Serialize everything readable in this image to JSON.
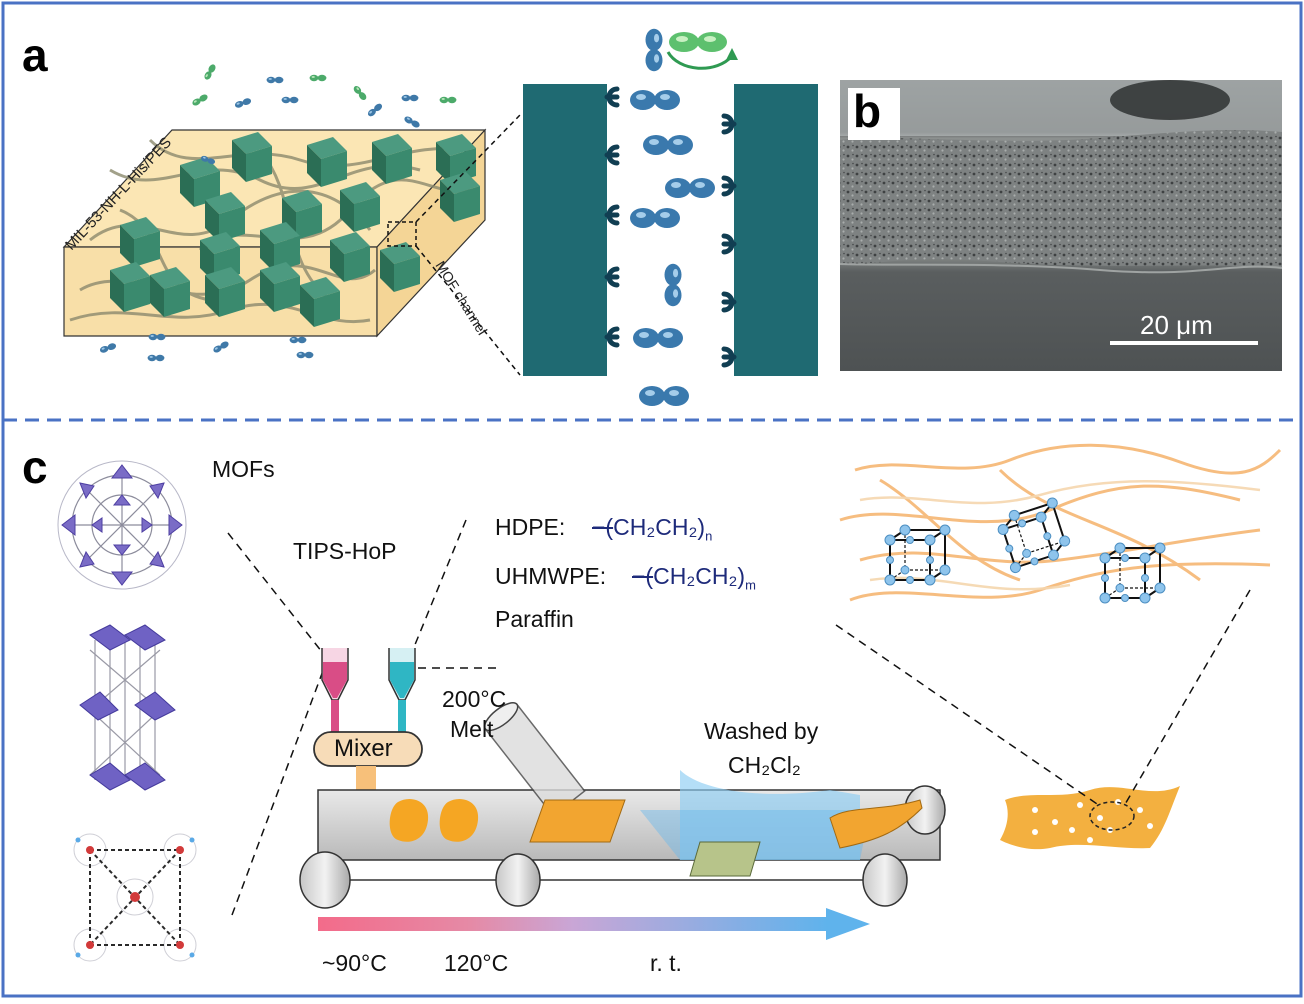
{
  "panel_a": {
    "letter": "a",
    "membrane_label": "MIL-53-NH-L-His/PES",
    "channel_label": "MOF channel"
  },
  "panel_b": {
    "letter": "b",
    "scale_bar": "20 μm"
  },
  "panel_c": {
    "letter": "c",
    "mofs_label": "MOFs",
    "tips_label": "TIPS-HoP",
    "hdpe_label": "HDPE:",
    "hdpe_formula": "CH₂CH₂",
    "hdpe_sub": "n",
    "uhmwpe_label": "UHMWPE:",
    "uhmwpe_formula": "CH₂CH₂",
    "uhmwpe_sub": "m",
    "paraffin_label": "Paraffin",
    "temp_melt": "200°C",
    "melt_label": "Melt",
    "mixer_label": "Mixer",
    "washed_label": "Washed by",
    "solvent_label": "CH₂Cl₂",
    "temp_1": "~90°C",
    "temp_2": "120°C",
    "temp_3": "r. t."
  },
  "colors": {
    "frame": "#4a72c4",
    "mof_green": "#2f7d64",
    "channel_teal": "#1f6a72",
    "membrane_orange": "#f2a530",
    "water_blue": "#6ab9ec"
  }
}
